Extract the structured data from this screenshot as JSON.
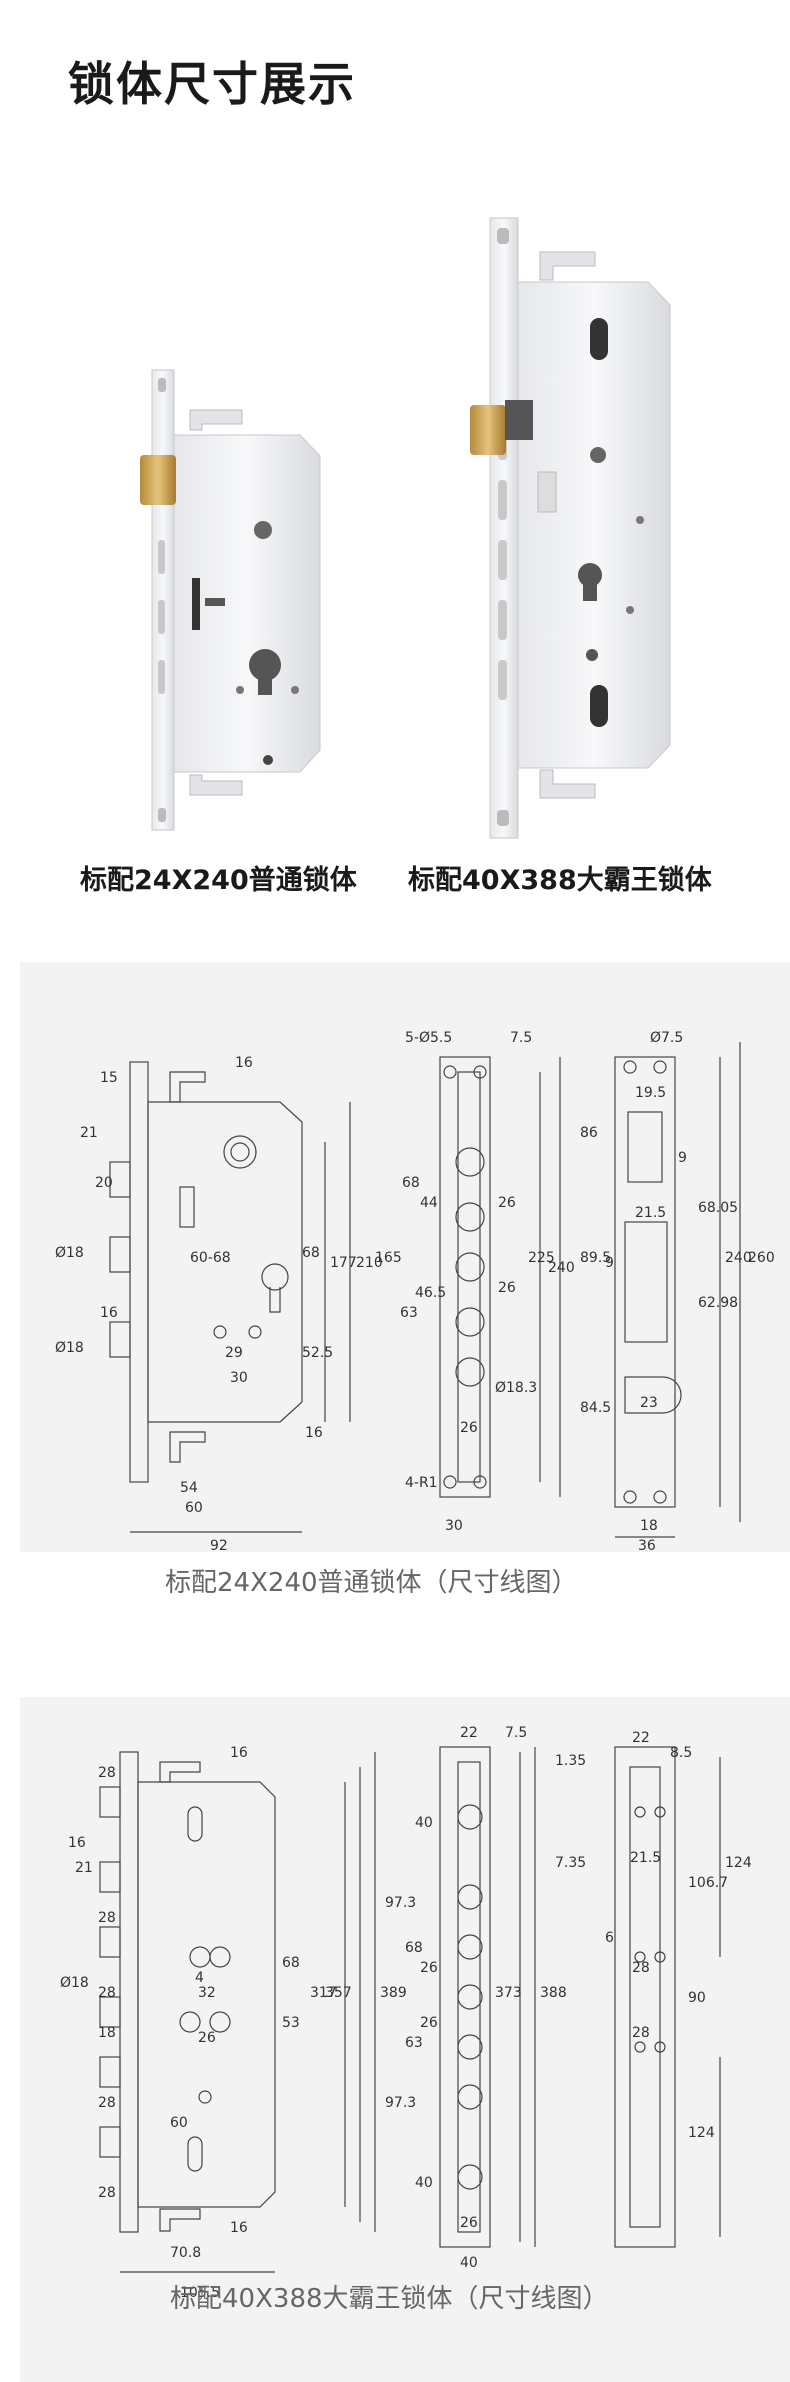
{
  "page": {
    "title": "锁体尺寸展示"
  },
  "photos": {
    "lock_24": {
      "caption": "标配24X240普通锁体"
    },
    "lock_40": {
      "caption": "标配40X388大霸王锁体"
    }
  },
  "drawings": {
    "lock_24": {
      "caption": "标配24X240普通锁体（尺寸线图）",
      "labels": [
        "16",
        "15",
        "21",
        "20",
        "Ø18",
        "16",
        "Ø18",
        "29",
        "30",
        "54",
        "60",
        "92",
        "68",
        "177",
        "210",
        "52.5",
        "16",
        "60-68",
        "5-Ø5.5",
        "7.5",
        "68",
        "44",
        "26",
        "46.5",
        "26",
        "63",
        "165",
        "225",
        "240",
        "Ø18.3",
        "26",
        "4-R1",
        "30",
        "Ø7.5",
        "19.5",
        "86",
        "9",
        "21.5",
        "68.05",
        "89.5",
        "9",
        "240",
        "260",
        "62.98",
        "84.5",
        "23",
        "18",
        "36"
      ]
    },
    "lock_40": {
      "caption": "标配40X388大霸王锁体（尺寸线图）",
      "labels": [
        "16",
        "28",
        "16",
        "21",
        "28",
        "Ø18",
        "4",
        "32",
        "26",
        "28",
        "18",
        "28",
        "60",
        "28",
        "70.8",
        "105.5",
        "16",
        "68",
        "53",
        "317",
        "357",
        "389",
        "22",
        "7.5",
        "40",
        "97.3",
        "68",
        "26",
        "26",
        "63",
        "97.3",
        "40",
        "26",
        "40",
        "373",
        "388",
        "1.35",
        "22",
        "8.5",
        "7.35",
        "21.5",
        "124",
        "106.7",
        "6",
        "28",
        "90",
        "28",
        "124"
      ]
    }
  }
}
